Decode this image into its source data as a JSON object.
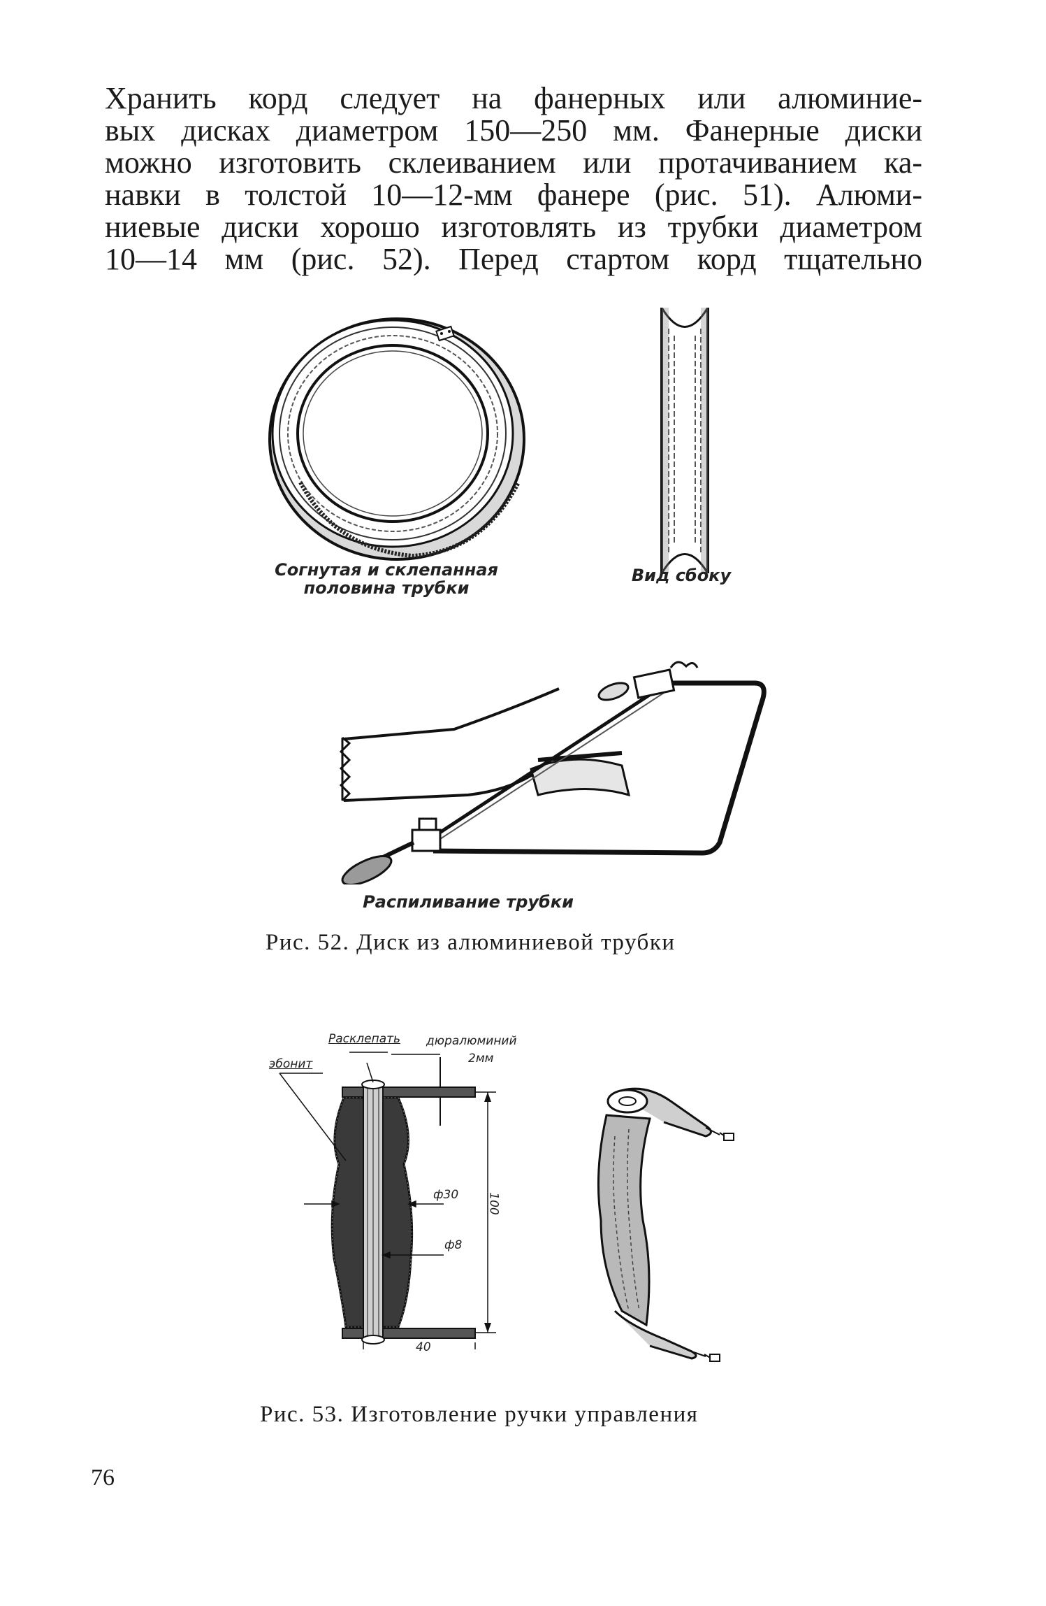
{
  "body_text": {
    "lines": [
      "Хранить корд  следует на фанерных или алюминие-",
      "вых дисках диаметром 150—250 мм. Фанерные  диски",
      "можно изготовить склеиванием или протачиванием ка-",
      "навки в толстой 10—12-мм фанере  (рис.  51). Алюми-",
      "ниевые диски хорошо изготовлять из трубки диаметром",
      "10—14 мм (рис. 52). Перед  стартом  корд  тщательно"
    ]
  },
  "figure_52": {
    "ring_label": "Согнутая и склепанная половина трубки",
    "side_label": "Вид сбоку",
    "saw_label": "Распиливание трубки",
    "caption": "Рис. 52. Диск из алюминиевой трубки"
  },
  "figure_53": {
    "label_rivet": "Расклепать",
    "label_ebonite": "эбонит",
    "label_duralumin": "дюралюминий",
    "label_thickness": "2мм",
    "label_d30": "ф30",
    "label_d8": "ф8",
    "label_100": "100",
    "label_40": "40",
    "caption": "Рис. 53. Изготовление ручки управления"
  },
  "page_number": "76"
}
